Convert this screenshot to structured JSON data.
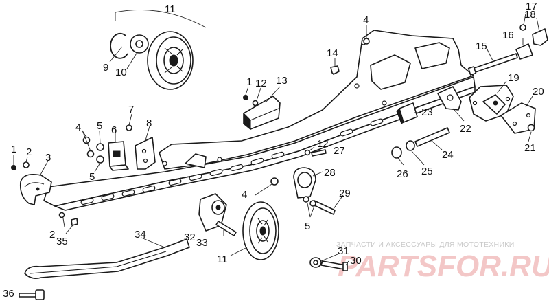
{
  "callouts": {
    "c1a": "1",
    "c1b": "1",
    "c2a": "2",
    "c2b": "2",
    "c3": "3",
    "c4a": "4",
    "c4b": "4",
    "c4c": "4",
    "c5a": "5",
    "c5b": "5",
    "c5c": "5",
    "c6": "6",
    "c7": "7",
    "c8": "8",
    "c9": "9",
    "c10": "10",
    "c11a": "11",
    "c11b": "11",
    "c12a": "12",
    "c12b": "12",
    "c13": "13",
    "c14": "14",
    "c15": "15",
    "c16": "16",
    "c17": "17",
    "c18": "18",
    "c19": "19",
    "c20": "20",
    "c21": "21",
    "c22": "22",
    "c23": "23",
    "c24": "24",
    "c25": "25",
    "c26": "26",
    "c27": "27",
    "c28": "28",
    "c29": "29",
    "c30": "30",
    "c31": "31",
    "c32": "32",
    "c33": "33",
    "c34": "34",
    "c35": "35",
    "c36": "36"
  },
  "watermark": {
    "caption": "ЗАПЧАСТИ И АКСЕССУАРЫ ДЛЯ МОТОТЕХНИКИ",
    "logo": "PARTSFOR.RU"
  },
  "colors": {
    "ink": "#1a1a1a",
    "background": "#ffffff",
    "watermark_logo": "#f3c7c7",
    "watermark_caption": "#c9c9c9"
  }
}
